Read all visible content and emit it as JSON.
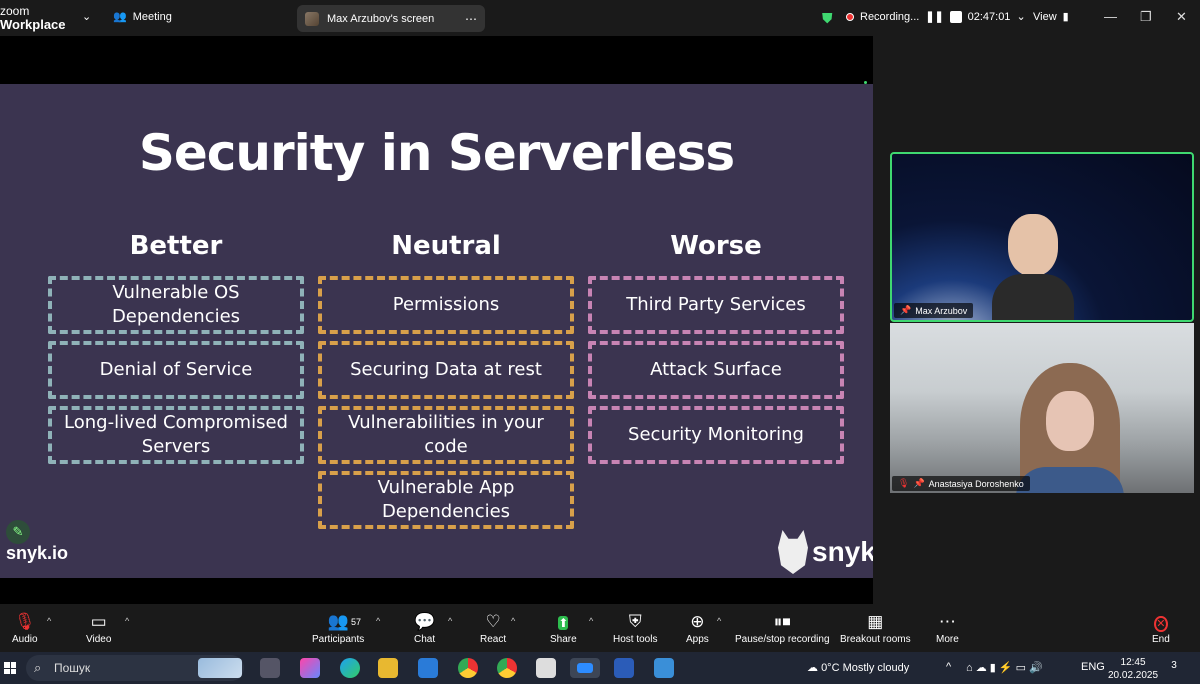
{
  "app": {
    "title_line1": "zoom",
    "title_line2": "Workplace"
  },
  "topbar": {
    "meeting_label": "Meeting",
    "screen_label": "Max Arzubov's screen",
    "recording_label": "Recording...",
    "timer": "02:47:01",
    "view_label": "View"
  },
  "slide": {
    "title": "Security in Serverless",
    "columns": [
      {
        "header": "Better",
        "items": [
          "Vulnerable OS Dependencies",
          "Denial of Service",
          "Long-lived Compromised Servers"
        ]
      },
      {
        "header": "Neutral",
        "items": [
          "Permissions",
          "Securing Data at rest",
          "Vulnerabilities in your code",
          "Vulnerable App Dependencies"
        ]
      },
      {
        "header": "Worse",
        "items": [
          "Third Party Services",
          "Attack Surface",
          "Security Monitoring"
        ]
      }
    ],
    "footer_left": "snyk.io",
    "logo_text": "snyk"
  },
  "participants": [
    {
      "name": "Max Arzubov"
    },
    {
      "name": "Anastasiya Doroshenko"
    }
  ],
  "toolbar": {
    "audio": "Audio",
    "video": "Video",
    "participants": "Participants",
    "participants_count": "57",
    "chat": "Chat",
    "react": "React",
    "share": "Share",
    "host_tools": "Host tools",
    "apps": "Apps",
    "pause_recording": "Pause/stop recording",
    "breakout": "Breakout rooms",
    "more": "More",
    "end": "End"
  },
  "taskbar": {
    "search_placeholder": "Пошук",
    "weather": "0°C  Mostly cloudy",
    "lang": "ENG",
    "time": "12:45",
    "date": "20.02.2025",
    "notifications": "3"
  },
  "colors": {
    "accent_green": "#3fd870",
    "slide_bg": "#3b3450",
    "better": "#8fb2b8",
    "neutral": "#d8a04a",
    "worse": "#c884b4"
  }
}
